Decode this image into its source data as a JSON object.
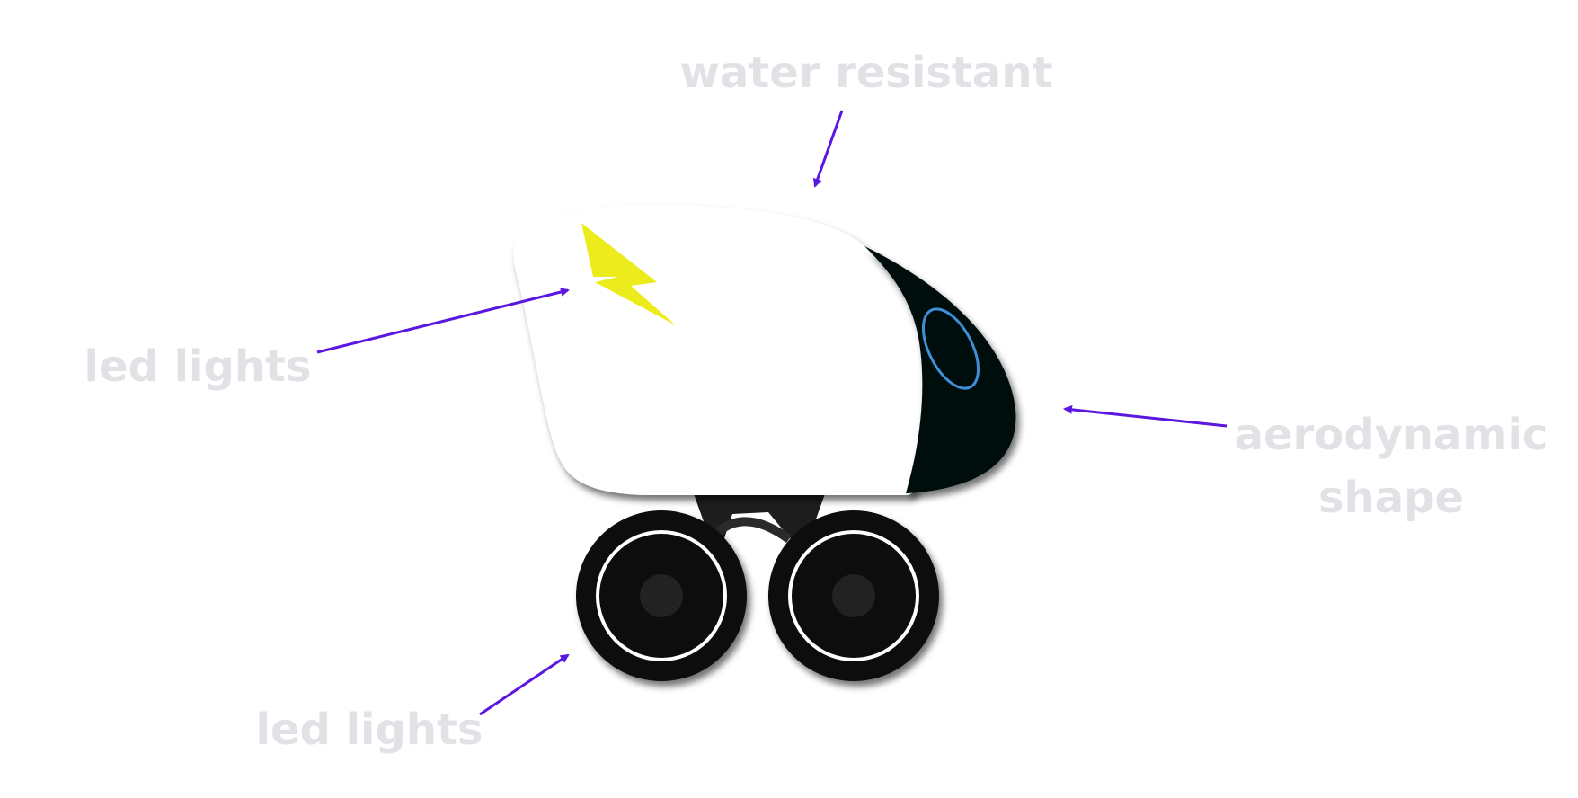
{
  "labels": {
    "top": "water resistant",
    "left": "led lights",
    "right_line1": "aerodynamic",
    "right_line2": "shape",
    "bottom": "led lights"
  },
  "colors": {
    "background": "#ffffff",
    "label_text": "#e2e2e6",
    "arrow": "#5b16e0",
    "body": "#ffffff",
    "nose": "#060808",
    "window_outline": "#3f8fd6",
    "lightning": "#ecec1c",
    "wheel_tire": "#0b0b0b",
    "wheel_ring": "#ffffff",
    "wheel_hub": "#202020",
    "chassis": "#1d1d1d"
  },
  "icons": {
    "lightning": "lightning-bolt-icon"
  }
}
